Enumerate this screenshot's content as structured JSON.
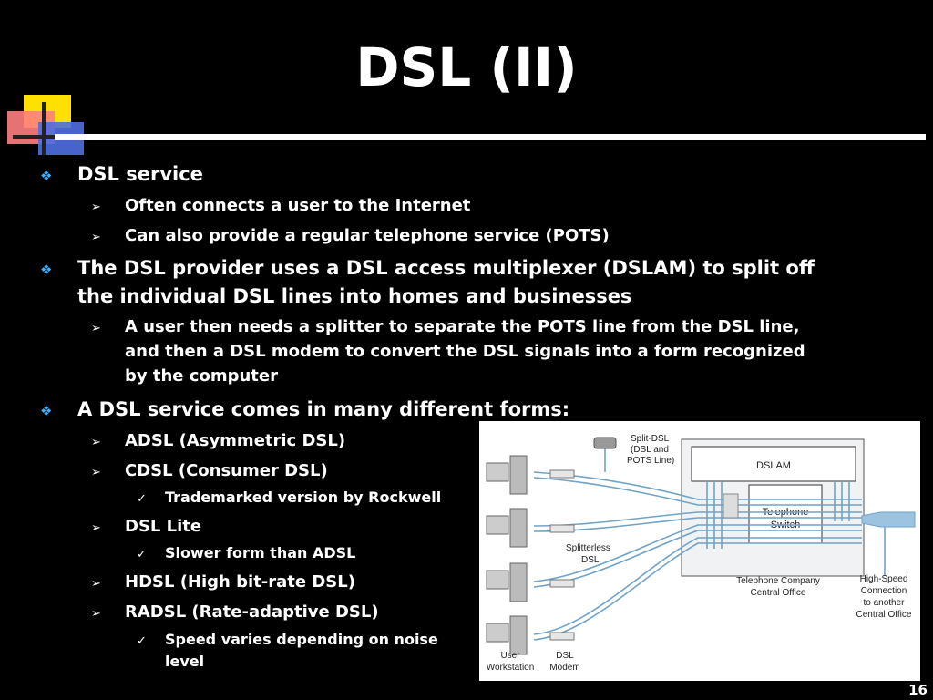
{
  "slide": {
    "title": "DSL (II)",
    "page_number": "16"
  },
  "bullets": {
    "b1": "DSL service",
    "b1_1": "Often connects a user to the Internet",
    "b1_2": "Can also provide a regular telephone service (POTS)",
    "b2_line1": "The DSL provider uses a DSL access multiplexer (DSLAM) to split off",
    "b2_line2": "the individual DSL lines into homes and businesses",
    "b2_1_line1": "A user then needs a splitter to separate the POTS line from the DSL line,",
    "b2_1_line2": "and then a DSL modem to convert the DSL signals into a form recognized",
    "b2_1_line3": "by the computer",
    "b3": "A DSL service comes in many different forms:",
    "b3_1": "ADSL (Asymmetric DSL)",
    "b3_2": "CDSL (Consumer DSL)",
    "b3_2_1": "Trademarked version by Rockwell",
    "b3_3": "DSL Lite",
    "b3_3_1": "Slower form than ADSL",
    "b3_4": "HDSL (High bit-rate DSL)",
    "b3_5": "RADSL (Rate-adaptive DSL)",
    "b3_5_1_line1": "Speed varies depending on noise",
    "b3_5_1_line2": "level"
  },
  "markers": {
    "level1": "❖",
    "level2": "➢",
    "level3": "✓"
  },
  "diagram": {
    "split_dsl_1": "Split-DSL",
    "split_dsl_2": "(DSL and",
    "split_dsl_3": "POTS Line)",
    "dslam": "DSLAM",
    "switch_1": "Telephone",
    "switch_2": "Switch",
    "splitterless_1": "Splitterless",
    "splitterless_2": "DSL",
    "co_1": "Telephone Company",
    "co_2": "Central Office",
    "hs_1": "High-Speed",
    "hs_2": "Connection",
    "hs_3": "to another",
    "hs_4": "Central Office",
    "user_1": "User",
    "user_2": "Workstation",
    "modem_1": "DSL",
    "modem_2": "Modem"
  },
  "colors": {
    "background": "#000000",
    "text": "#ffffff",
    "bullet_accent": "#3ab0ff",
    "diagram_line": "#6fa3c9"
  }
}
